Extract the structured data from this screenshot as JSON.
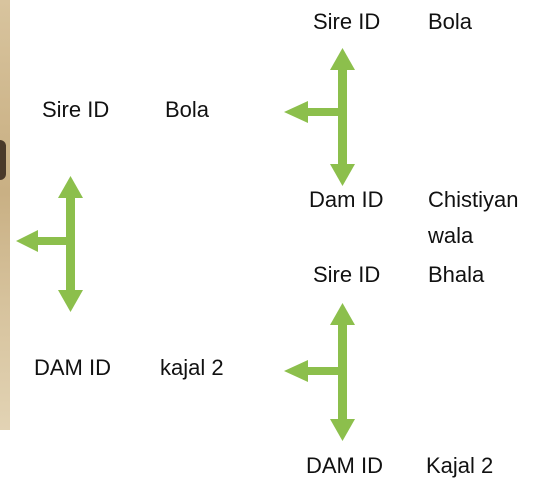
{
  "pedigree": {
    "root": {
      "sire": {
        "label": "Sire ID",
        "name": "Bola"
      },
      "dam": {
        "label": "DAM ID",
        "name": "kajal 2"
      }
    },
    "sire_parents": {
      "sire": {
        "label": "Sire ID",
        "name": "Bola"
      },
      "dam": {
        "label": "Dam ID",
        "name_line1": "Chistiyan",
        "name_line2": "wala"
      }
    },
    "dam_parents": {
      "sire": {
        "label": "Sire ID",
        "name": "Bhala"
      },
      "dam": {
        "label": "DAM ID",
        "name": "Kajal 2"
      }
    }
  },
  "colors": {
    "arrow": "#8cbf4c",
    "text": "#111111"
  }
}
